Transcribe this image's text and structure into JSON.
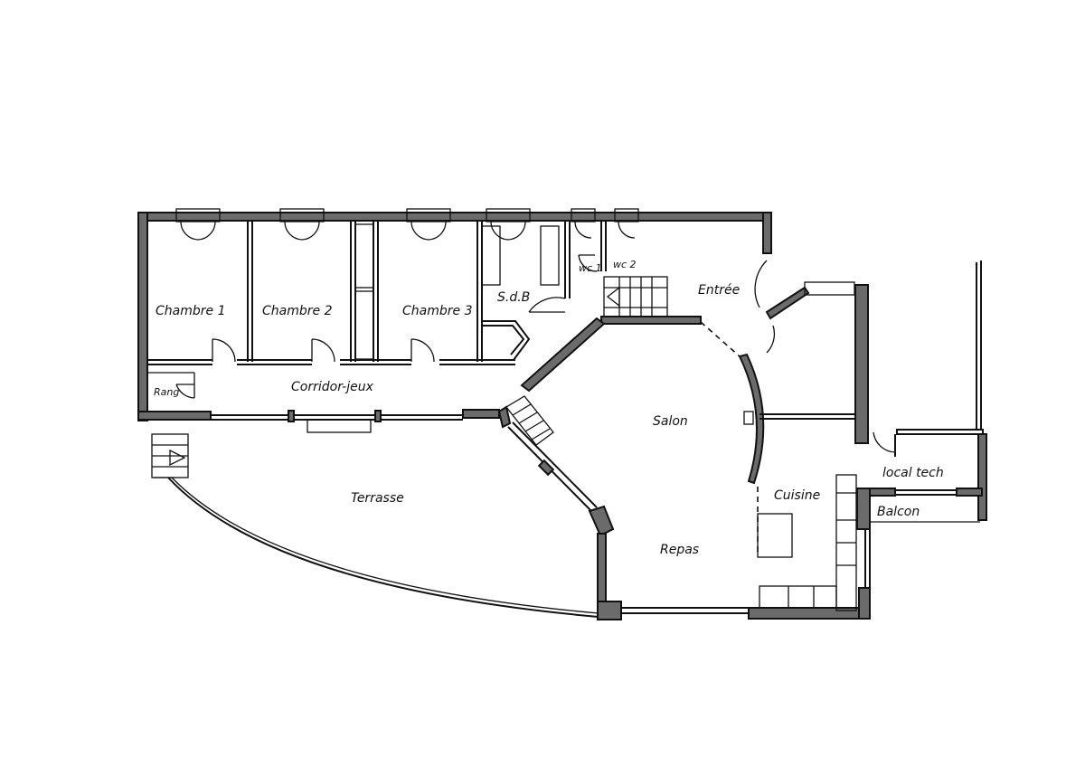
{
  "plan": {
    "rooms": [
      {
        "id": "chambre-1",
        "label": "Chambre 1"
      },
      {
        "id": "chambre-2",
        "label": "Chambre 2"
      },
      {
        "id": "chambre-3",
        "label": "Chambre 3"
      },
      {
        "id": "sdb",
        "label": "S.d.B"
      },
      {
        "id": "wc1",
        "label": "wc 1"
      },
      {
        "id": "wc2",
        "label": "wc 2"
      },
      {
        "id": "entree",
        "label": "Entrée"
      },
      {
        "id": "corridor",
        "label": "Corridor-jeux"
      },
      {
        "id": "rang",
        "label": "Rang"
      },
      {
        "id": "salon",
        "label": "Salon"
      },
      {
        "id": "cuisine",
        "label": "Cuisine"
      },
      {
        "id": "local-tech",
        "label": "local tech"
      },
      {
        "id": "balcon",
        "label": "Balcon"
      },
      {
        "id": "terrasse",
        "label": "Terrasse"
      },
      {
        "id": "repas",
        "label": "Repas"
      }
    ]
  }
}
